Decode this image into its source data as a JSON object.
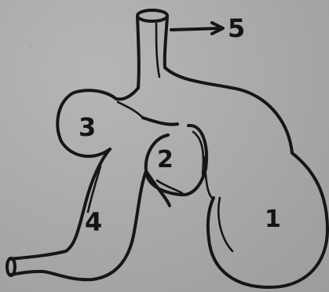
{
  "diagram": {
    "labels": {
      "one": "1",
      "two": "2",
      "three": "3",
      "four": "4",
      "five": "5"
    },
    "arrow_icon": "arrow-right-icon",
    "colors": {
      "background": "#a9a9a7",
      "ink": "#161616"
    }
  }
}
